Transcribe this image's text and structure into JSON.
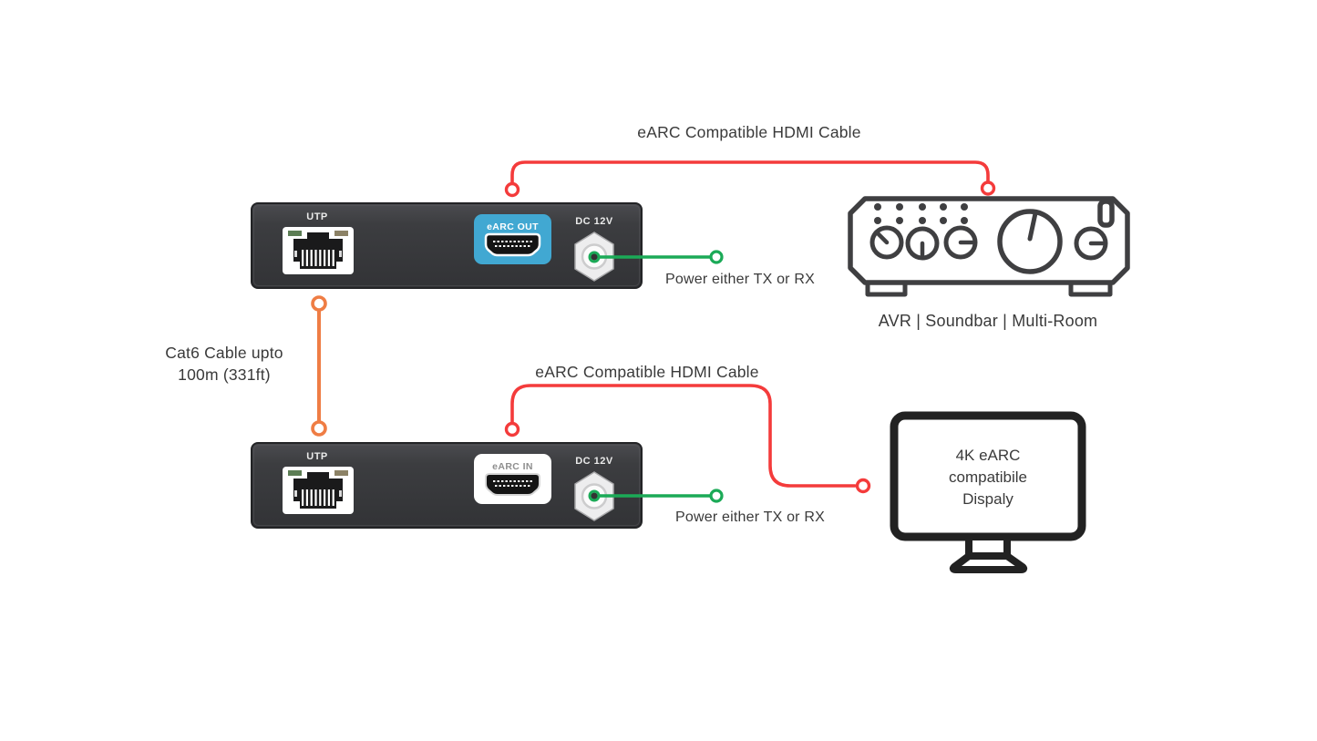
{
  "labels": {
    "hdmi_cable_top": "eARC Compatible HDMI Cable",
    "hdmi_cable_bottom": "eARC Compatible HDMI Cable",
    "cat6": {
      "line1": "Cat6 Cable upto",
      "line2": "100m (331ft)"
    },
    "power_top": "Power either TX or RX",
    "power_bottom": "Power either TX or RX"
  },
  "devices": {
    "tx": {
      "utp": "UTP",
      "port": "eARC OUT",
      "power": "DC 12V"
    },
    "rx": {
      "utp": "UTP",
      "port": "eARC IN",
      "power": "DC 12V"
    }
  },
  "equipment": {
    "avr_caption": "AVR | Soundbar | Multi-Room",
    "display_lines": {
      "0": "4K eARC",
      "1": "compatibile",
      "2": "Dispaly"
    }
  },
  "colors": {
    "cable_red": "#f43b3b",
    "cable_orange": "#ef7d44",
    "cable_green": "#1baa57",
    "port_blue": "#41a8d2",
    "device_body_dark": "#3a3b3e",
    "line_art_gray": "#3f3f41",
    "monitor_black": "#222222",
    "label_text": "#3a3a3a"
  }
}
